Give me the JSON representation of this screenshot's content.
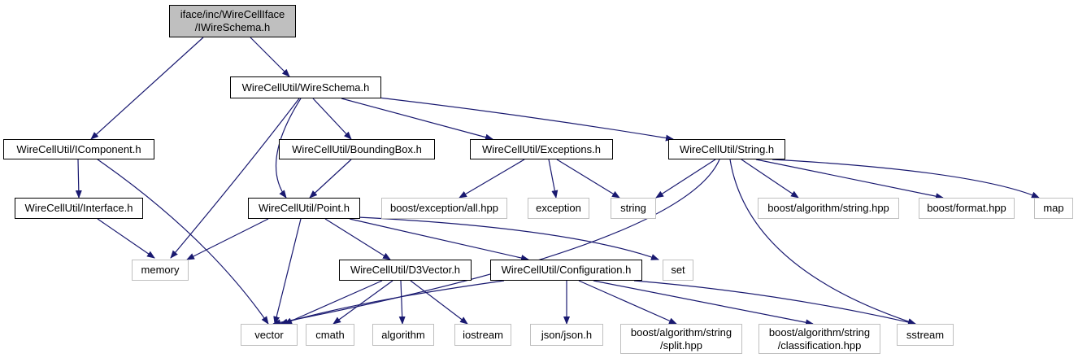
{
  "colors": {
    "edge": "#191970",
    "external_border": "#bfbfbf",
    "internal_border": "#000000",
    "root_fill": "#bfbfbf"
  },
  "nodes": {
    "iwireschema": {
      "line1": "iface/inc/WireCellIface",
      "line2": "/IWireSchema.h"
    },
    "wireschema": "WireCellUtil/WireSchema.h",
    "icomponent": "WireCellUtil/IComponent.h",
    "interface": "WireCellUtil/Interface.h",
    "boundingbox": "WireCellUtil/BoundingBox.h",
    "point": "WireCellUtil/Point.h",
    "exceptions": "WireCellUtil/Exceptions.h",
    "string_h": "WireCellUtil/String.h",
    "d3vector": "WireCellUtil/D3Vector.h",
    "configuration": "WireCellUtil/Configuration.h",
    "memory": "memory",
    "vector": "vector",
    "boost_exception": "boost/exception/all.hpp",
    "exception": "exception",
    "string": "string",
    "boost_algo_string": "boost/algorithm/string.hpp",
    "boost_format": "boost/format.hpp",
    "map": "map",
    "set": "set",
    "cmath": "cmath",
    "algorithm": "algorithm",
    "iostream": "iostream",
    "json": "json/json.h",
    "split": {
      "line1": "boost/algorithm/string",
      "line2": "/split.hpp"
    },
    "classification": {
      "line1": "boost/algorithm/string",
      "line2": "/classification.hpp"
    },
    "sstream": "sstream"
  }
}
